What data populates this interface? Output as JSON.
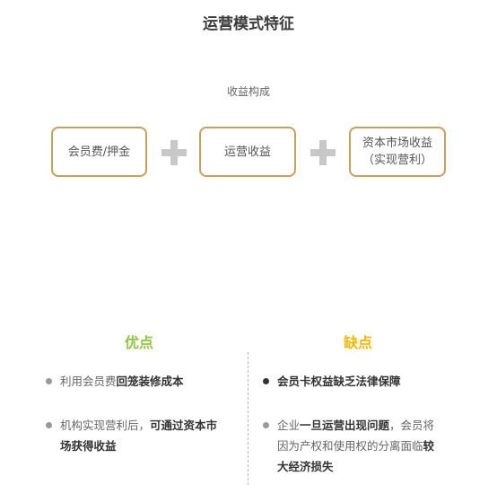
{
  "title": "运营模式特征",
  "subtitle": "收益构成",
  "boxes": {
    "b1": "会员费/押金",
    "b2": "运营收益",
    "b3_line1": "资本市场收益",
    "b3_line2": "（实现营利）"
  },
  "pros": {
    "title": "优点",
    "i1_a": "利用会员费",
    "i1_b": "回笼装修成本",
    "i2_a": "机构实现营利后，",
    "i2_b": "可通过资本市",
    "i2_c": "场获得收益"
  },
  "cons": {
    "title": "缺点",
    "i1": "会员卡权益缺乏法律保障",
    "i2_a": "企业",
    "i2_b": "一旦运营出现问题",
    "i2_c": "，会员将",
    "i2_d": "因为产权和使用权的分离面临",
    "i2_e": "较",
    "i2_f": "大经济损失"
  },
  "colors": {
    "box_border": "#c9a05a",
    "plus": "#c8c8c8",
    "pros_title": "#8dc63f",
    "cons_title": "#f5b800"
  }
}
